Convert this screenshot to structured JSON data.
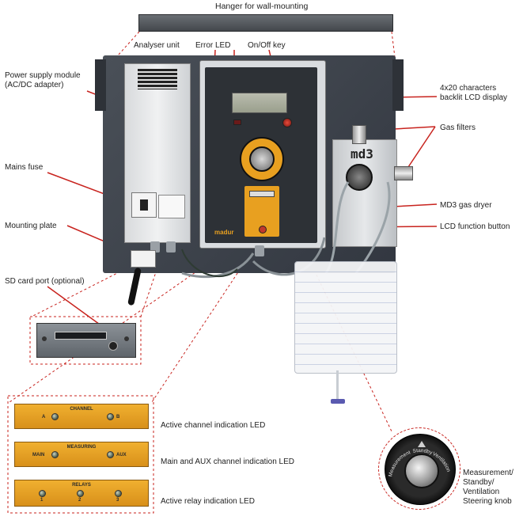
{
  "labels": {
    "hanger": "Hanger for wall-mounting",
    "analyser_unit": "Analyser unit",
    "error_led": "Error LED",
    "onoff_key": "On/Off key",
    "power_supply_line1": "Power supply module",
    "power_supply_line2": "(AC/DC adapter)",
    "lcd_display_line1": "4x20 characters",
    "lcd_display_line2": "backlit LCD display",
    "gas_filters": "Gas filters",
    "mains_fuse": "Mains fuse",
    "md3_gas_dryer": "MD3 gas dryer",
    "lcd_function_button": "LCD function button",
    "mounting_plate": "Mounting plate",
    "sd_card_port": "SD card port (optional)",
    "active_channel_led": "Active channel indication LED",
    "main_aux_led": "Main and AUX channel indication LED",
    "active_relay_led": "Active relay indication LED",
    "knob_line1": "Measurement/",
    "knob_line2": "Standby/",
    "knob_line3": "Ventilation",
    "knob_line4": "Steering knob"
  },
  "panels": {
    "channel": {
      "title": "CHANNEL",
      "left": "A",
      "right": "B"
    },
    "measuring": {
      "title": "MEASURING",
      "left": "MAIN",
      "right": "AUX"
    },
    "relays": {
      "title": "RELAYS",
      "one": "1",
      "two": "2",
      "three": "3"
    }
  },
  "device": {
    "dryer_brand": "md3",
    "analyser_brand": "madur",
    "knob_ring": {
      "measurement": "Measurement",
      "standby": "Standby",
      "ventilation": "Ventilation"
    }
  },
  "colors": {
    "orange_panel": "#e8a020",
    "leader_line": "#c8231e",
    "mounting_plate": "#3a4048",
    "dashed_frame": "#c8231e"
  }
}
